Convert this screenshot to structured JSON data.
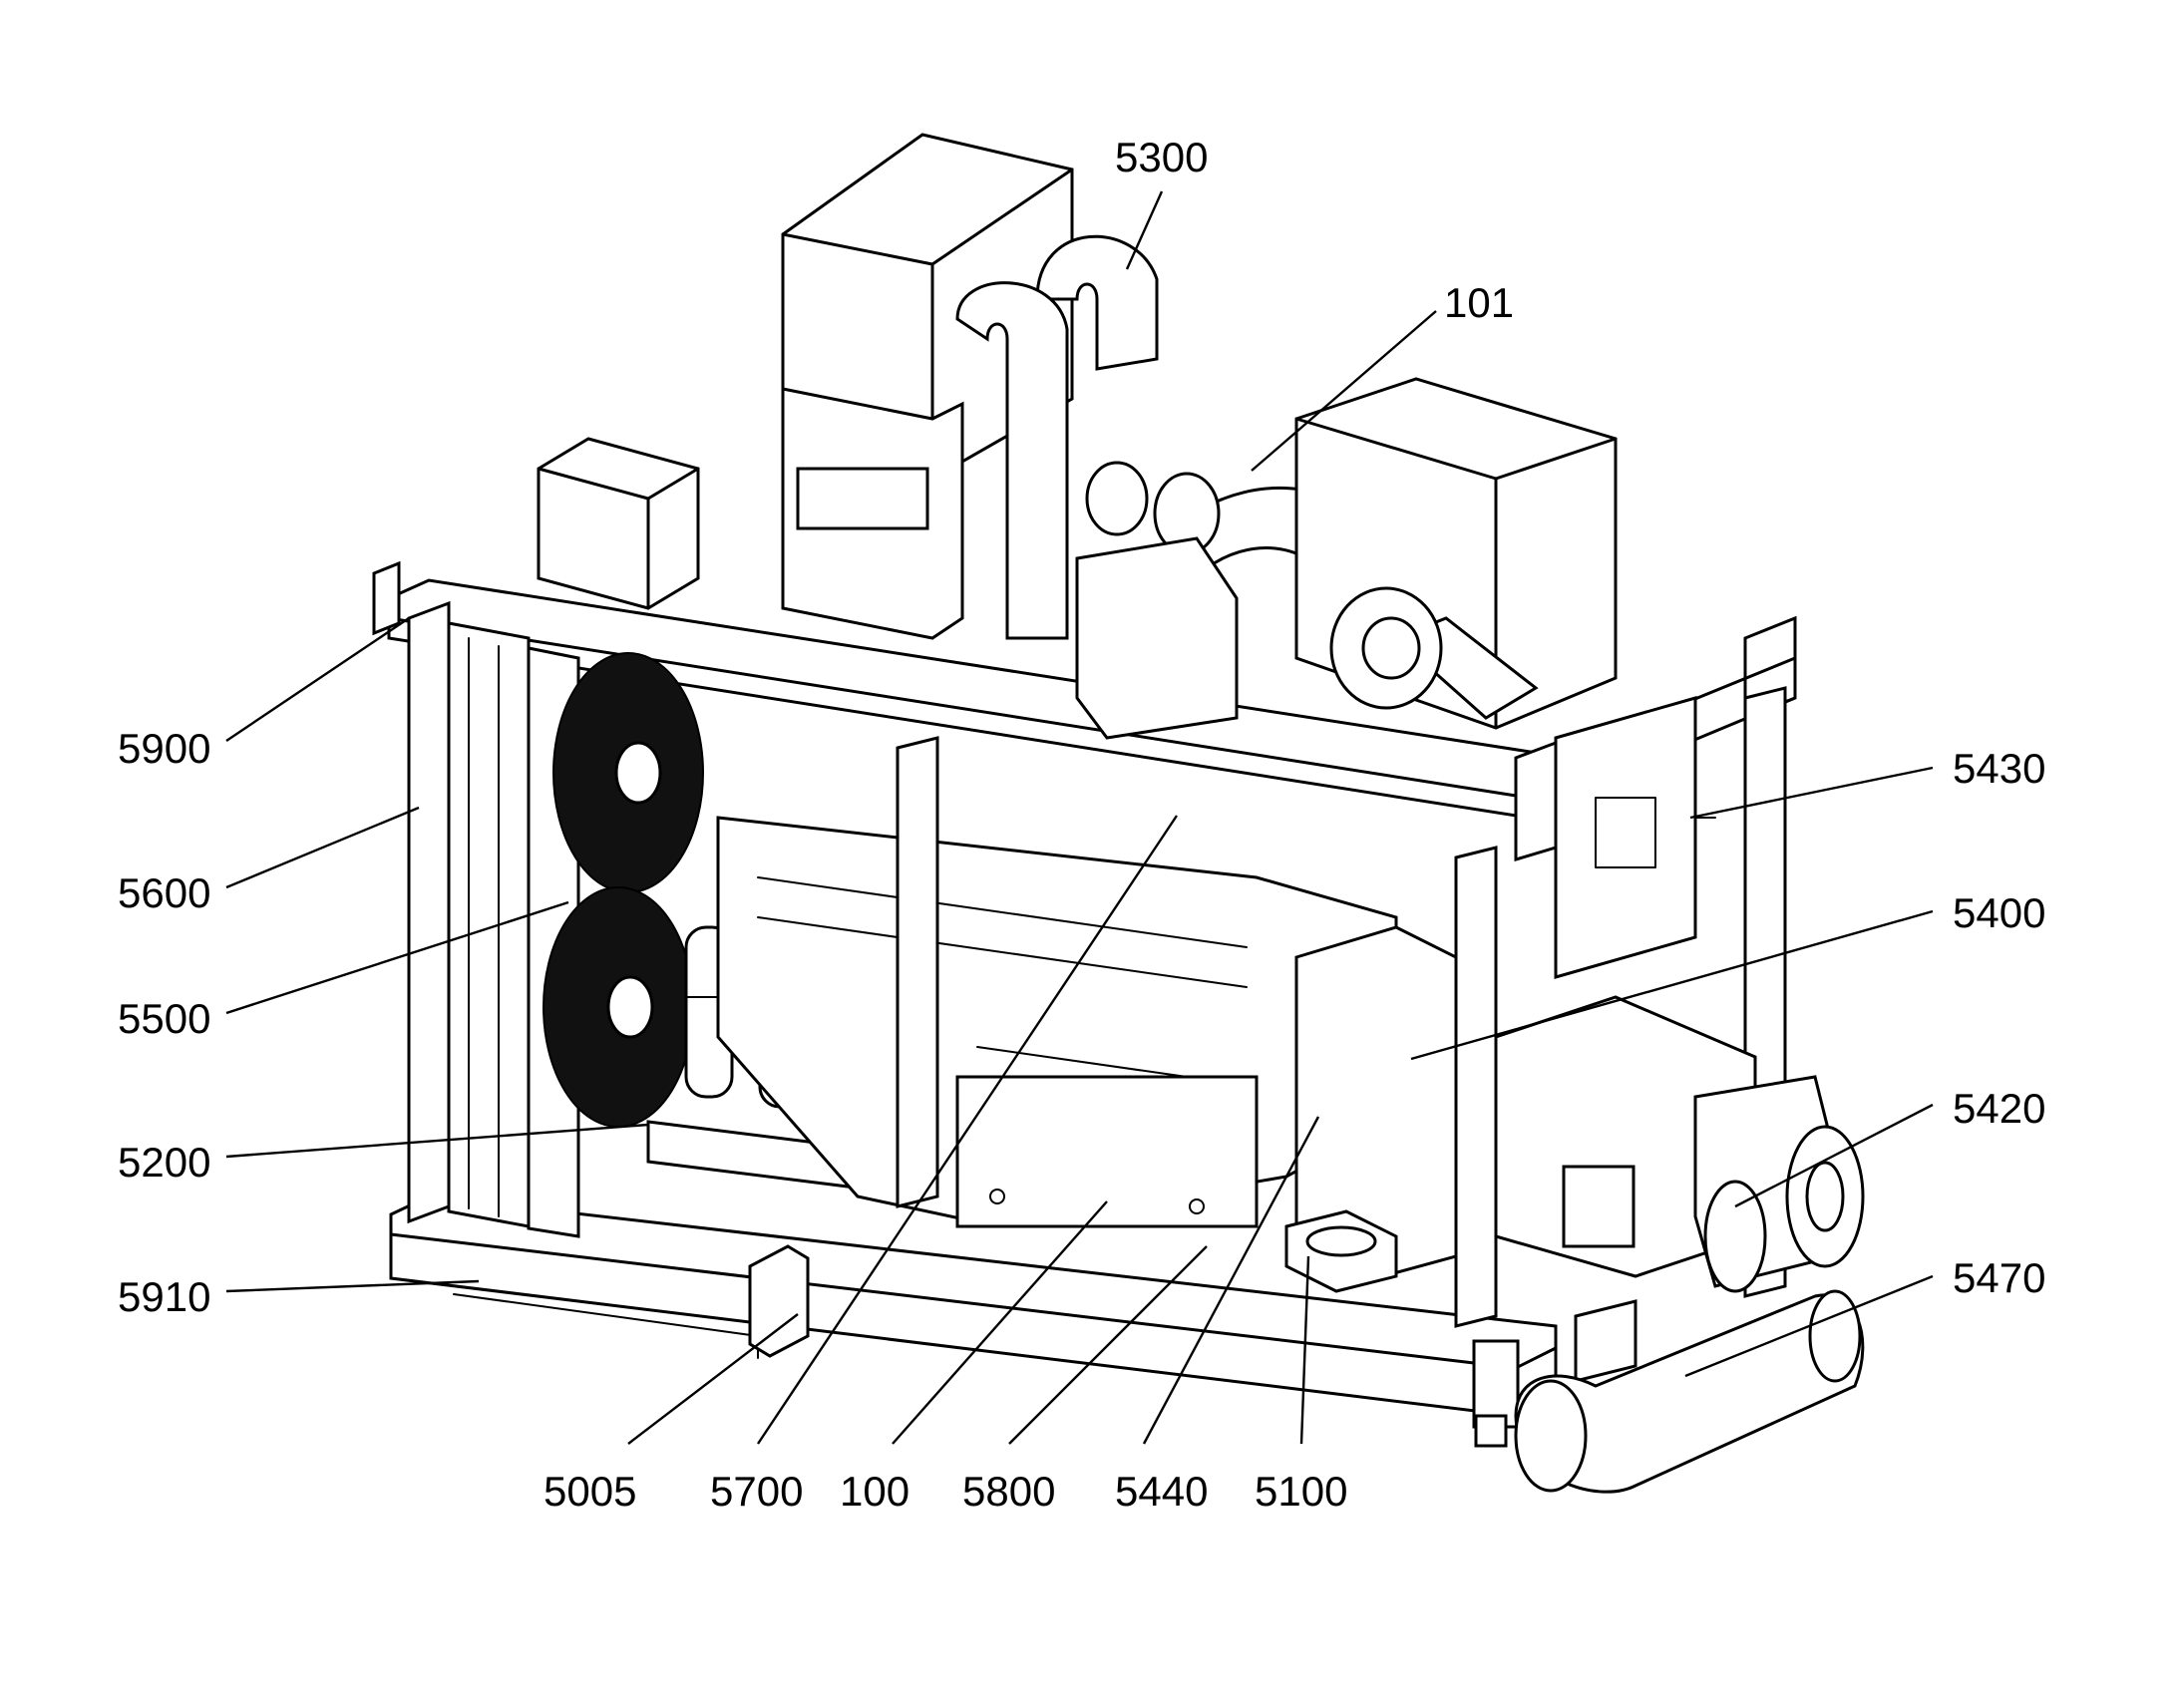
{
  "figure": {
    "labels": [
      {
        "id": "5300",
        "text": "5300"
      },
      {
        "id": "101",
        "text": "101"
      },
      {
        "id": "5900",
        "text": "5900"
      },
      {
        "id": "5430",
        "text": "5430"
      },
      {
        "id": "5600",
        "text": "5600"
      },
      {
        "id": "5400",
        "text": "5400"
      },
      {
        "id": "5500",
        "text": "5500"
      },
      {
        "id": "5420",
        "text": "5420"
      },
      {
        "id": "5200",
        "text": "5200"
      },
      {
        "id": "5470",
        "text": "5470"
      },
      {
        "id": "5910",
        "text": "5910"
      },
      {
        "id": "5005",
        "text": "5005"
      },
      {
        "id": "5700",
        "text": "5700"
      },
      {
        "id": "100",
        "text": "100"
      },
      {
        "id": "5800",
        "text": "5800"
      },
      {
        "id": "5440",
        "text": "5440"
      },
      {
        "id": "5100",
        "text": "5100"
      }
    ]
  }
}
